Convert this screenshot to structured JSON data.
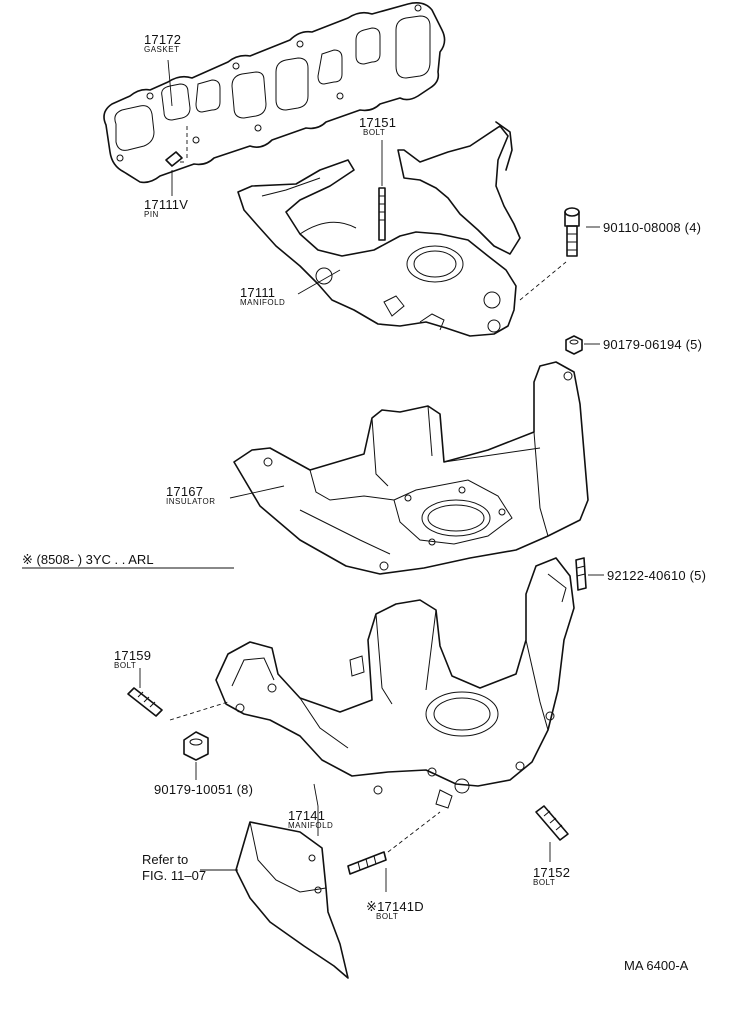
{
  "parts": {
    "p17172": {
      "number": "17172",
      "name": "GASKET"
    },
    "p17111V": {
      "number": "17111V",
      "name": "PIN"
    },
    "p17151": {
      "number": "17151",
      "name": "BOLT"
    },
    "p17111": {
      "number": "17111",
      "name": "MANIFOLD"
    },
    "p90110": {
      "number": "90110-08008 (4)"
    },
    "p90179a": {
      "number": "90179-06194 (5)"
    },
    "p17167": {
      "number": "17167",
      "name": "INSULATOR"
    },
    "p92122": {
      "number": "92122-40610 (5)"
    },
    "p17159": {
      "number": "17159",
      "name": "BOLT"
    },
    "p90179b": {
      "number": "90179-10051 (8)"
    },
    "p17141": {
      "number": "17141",
      "name": "MANIFOLD"
    },
    "p17152": {
      "number": "17152",
      "name": "BOLT"
    },
    "p17141D": {
      "number": "※17141D",
      "name": "BOLT"
    }
  },
  "note": {
    "code": "※ (8508-          ) 3YC . . ARL"
  },
  "refer": {
    "line1": "Refer to",
    "line2": "FIG. 11–07"
  },
  "figure_code": "MA 6400-A"
}
